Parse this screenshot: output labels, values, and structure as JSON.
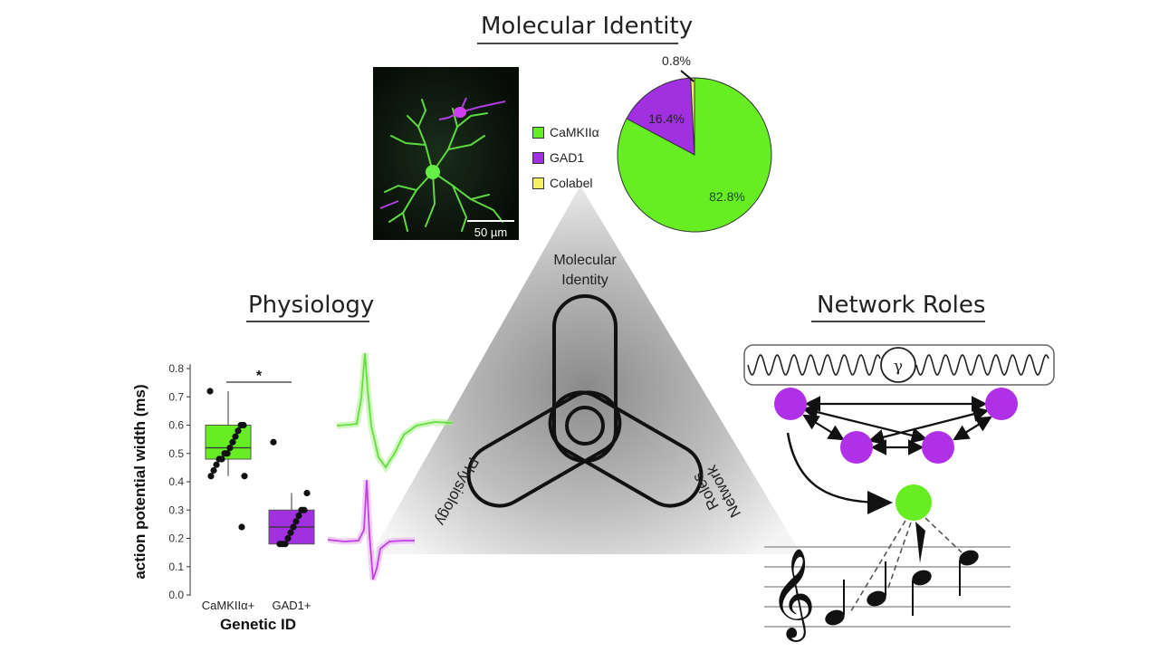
{
  "sections": {
    "molecular_title": "Molecular Identity",
    "physiology_title": "Physiology",
    "network_title": "Network Roles"
  },
  "micrograph": {
    "scale_bar_label": "50 µm"
  },
  "legend": [
    {
      "label": "CaMKIIα",
      "color": "#66ee22"
    },
    {
      "label": "GAD1",
      "color": "#a030e0"
    },
    {
      "label": "Colabel",
      "color": "#f5f060"
    }
  ],
  "triangle": {
    "top_label_line1": "Molecular",
    "top_label_line2": "Identity",
    "left_label": "Physiology",
    "right_label_line1": "Network",
    "right_label_line2": "Roles"
  },
  "network": {
    "gamma_symbol": "γ"
  },
  "colors": {
    "green": "#66ee22",
    "purple": "#b030e8",
    "yellow": "#f5f060"
  },
  "chart_data": [
    {
      "type": "pie",
      "labels": [
        "CaMKIIα",
        "GAD1",
        "Colabel"
      ],
      "values": [
        82.8,
        16.4,
        0.8
      ],
      "value_labels": [
        "82.8%",
        "16.4%",
        "0.8%"
      ],
      "colors": [
        "#66ee22",
        "#a030e0",
        "#f5f060"
      ]
    },
    {
      "type": "box",
      "xlabel": "Genetic ID",
      "ylabel": "action potential width (ms)",
      "ylim": [
        0.0,
        0.8
      ],
      "yticks": [
        "0.0",
        "0.1",
        "0.2",
        "0.3",
        "0.4",
        "0.5",
        "0.6",
        "0.7",
        "0.8"
      ],
      "significance": "*",
      "categories": [
        "CaMKIIα+",
        "GAD1+"
      ],
      "series": [
        {
          "name": "CaMKIIα+",
          "color": "#66ee22",
          "q1": 0.48,
          "median": 0.52,
          "q3": 0.6,
          "whisker_low": 0.42,
          "whisker_high": 0.72,
          "points": [
            0.72,
            0.6,
            0.6,
            0.58,
            0.56,
            0.54,
            0.52,
            0.5,
            0.5,
            0.48,
            0.48,
            0.46,
            0.44,
            0.42,
            0.42,
            0.24
          ]
        },
        {
          "name": "GAD1+",
          "color": "#a030e0",
          "q1": 0.18,
          "median": 0.24,
          "q3": 0.3,
          "whisker_low": 0.18,
          "whisker_high": 0.36,
          "points": [
            0.54,
            0.36,
            0.3,
            0.3,
            0.28,
            0.26,
            0.24,
            0.22,
            0.2,
            0.18,
            0.18,
            0.18
          ]
        }
      ]
    }
  ]
}
